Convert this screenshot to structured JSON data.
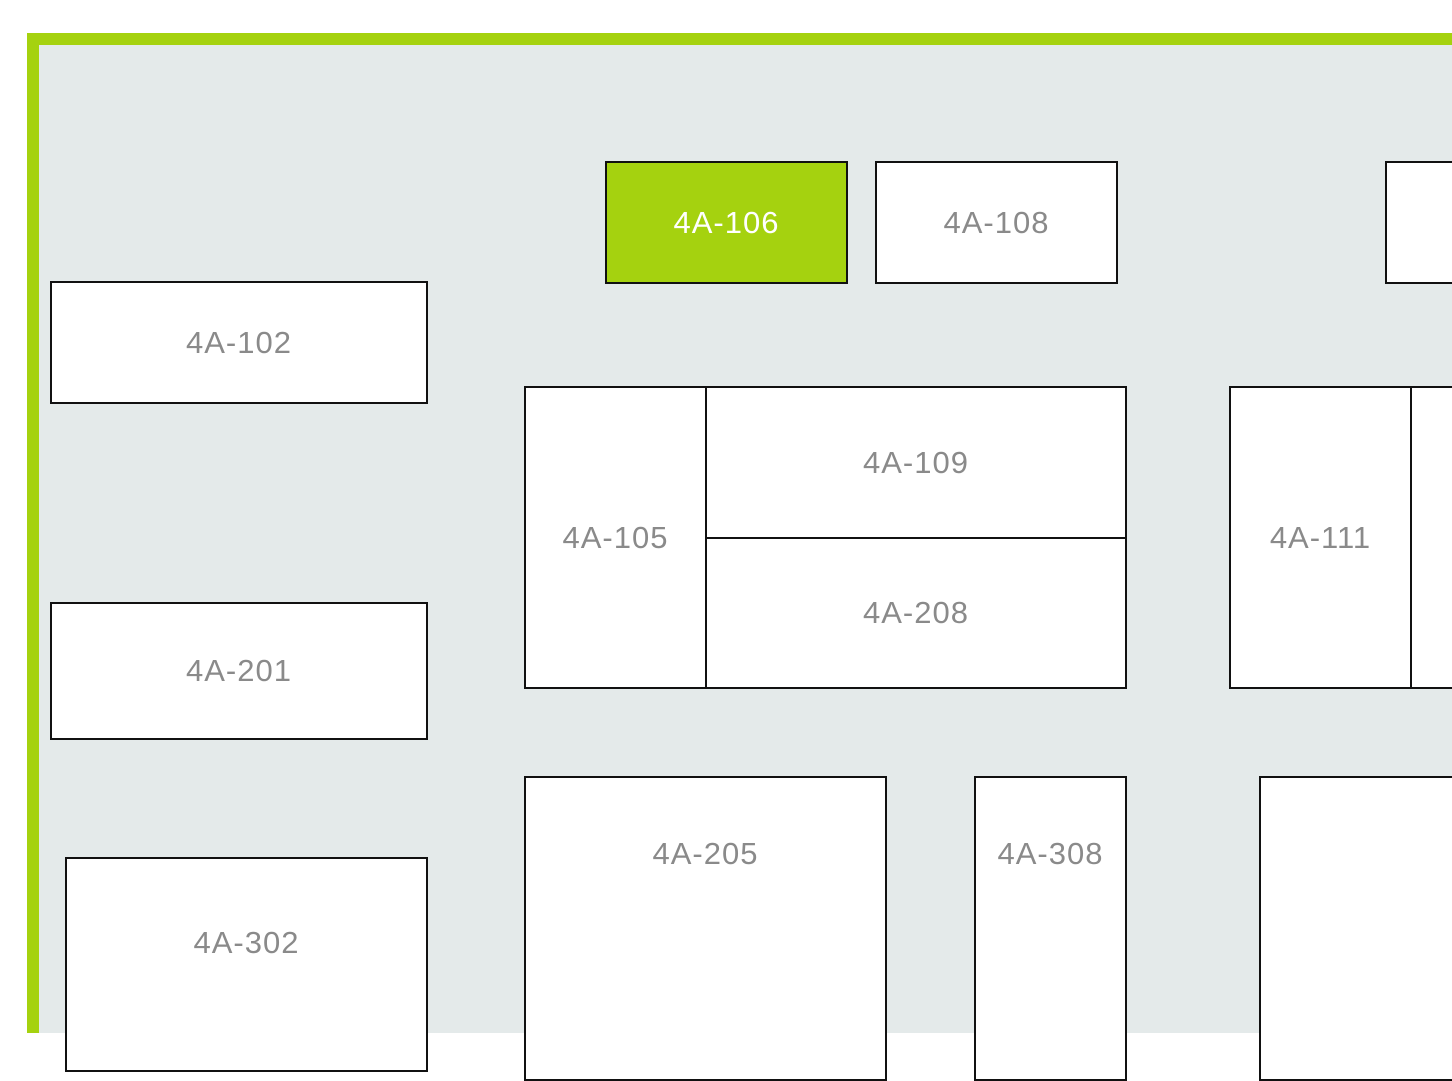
{
  "colors": {
    "accent": "#a5d20f",
    "floor": "#e4eaea",
    "booth": "#ffffff",
    "booth_border": "#111111",
    "booth_text": "#8a8a8a",
    "selected_text": "#ffffff"
  },
  "booths": {
    "b106": "4A-106",
    "b108": "4A-108",
    "b102": "4A-102",
    "b105": "4A-105",
    "b109": "4A-109",
    "b208": "4A-208",
    "b111": "4A-111",
    "b201": "4A-201",
    "b205": "4A-205",
    "b308": "4A-308",
    "b302": "4A-302",
    "partial_top_right": "",
    "partial_mid_right": "",
    "partial_bottom_right": ""
  },
  "selected_booth": "4A-106"
}
